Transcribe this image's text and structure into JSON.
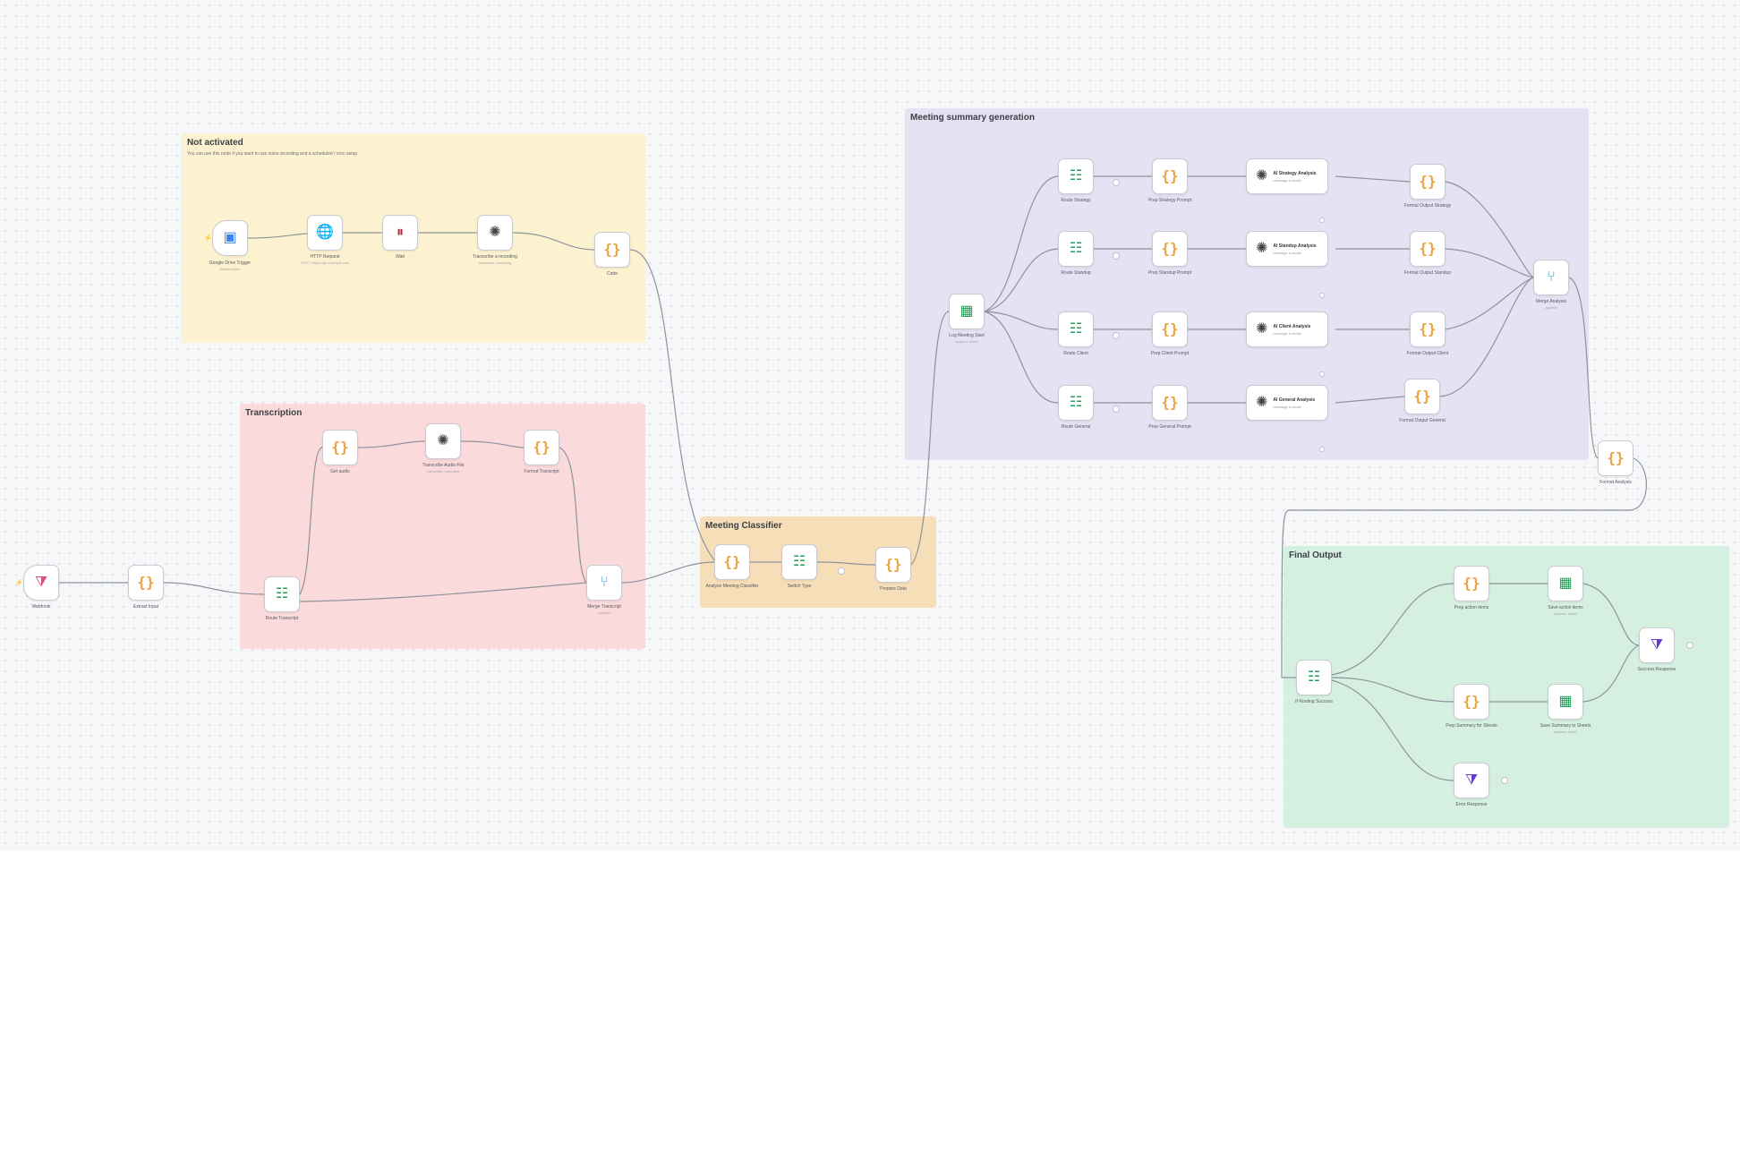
{
  "sticky_notes": [
    {
      "id": "not-activated",
      "title": "Not activated",
      "subtitle": "You can use this node if you want to use voice recording and a scheduled / cron setup",
      "color": "#fdf2cf"
    },
    {
      "id": "transcription",
      "title": "Transcription",
      "subtitle": "",
      "color": "#fbdadb"
    },
    {
      "id": "meeting-classifier",
      "title": "Meeting Classifier",
      "subtitle": "",
      "color": "#f6dfb8"
    },
    {
      "id": "summary-generation",
      "title": "Meeting summary generation",
      "subtitle": "",
      "color": "#e6e2f4"
    },
    {
      "id": "final-output",
      "title": "Final Output",
      "subtitle": "",
      "color": "#d5f0e1"
    }
  ],
  "nodes": [
    {
      "id": "n-gdrive",
      "icon": "google-drive-icon",
      "glyph": "▣",
      "label": "Google Drive Trigger",
      "sub": "Watch folder"
    },
    {
      "id": "n-http",
      "icon": "globe-icon",
      "glyph": "🌐",
      "label": "HTTP Request",
      "sub": "POST: https://api.example.com"
    },
    {
      "id": "n-wait",
      "icon": "pause-icon",
      "glyph": "⏸",
      "label": "Wait",
      "sub": ""
    },
    {
      "id": "n-transcribe-rec",
      "icon": "openai-icon",
      "glyph": "✺",
      "label": "Transcribe a recording",
      "sub": "transcribe: recording"
    },
    {
      "id": "n-cron-code",
      "icon": "code-icon",
      "glyph": "{}",
      "label": "Code",
      "sub": ""
    },
    {
      "id": "n-webhook",
      "icon": "webhook-icon",
      "glyph": "⧩",
      "label": "Webhook",
      "sub": ""
    },
    {
      "id": "n-extract-input",
      "icon": "code-icon",
      "glyph": "{}",
      "label": "Extract Input",
      "sub": ""
    },
    {
      "id": "n-router-transcript",
      "icon": "switch-icon",
      "glyph": "☷",
      "label": "Route Transcript",
      "sub": ""
    },
    {
      "id": "n-get-audio",
      "icon": "code-icon",
      "glyph": "{}",
      "label": "Get audio",
      "sub": ""
    },
    {
      "id": "n-transcribe-audio",
      "icon": "openai-icon",
      "glyph": "✺",
      "label": "Transcribe Audio File",
      "sub": "transcribe: recording"
    },
    {
      "id": "n-format-transcript",
      "icon": "code-icon",
      "glyph": "{}",
      "label": "Format Transcript",
      "sub": ""
    },
    {
      "id": "n-merge-transcript",
      "icon": "merge-icon",
      "glyph": "⑂",
      "label": "Merge Transcript",
      "sub": "append"
    },
    {
      "id": "n-classify-code",
      "icon": "code-icon",
      "glyph": "{}",
      "label": "Analyze Meeting Classifier",
      "sub": ""
    },
    {
      "id": "n-switch-type",
      "icon": "switch-icon",
      "glyph": "☷",
      "label": "Switch Type",
      "sub": ""
    },
    {
      "id": "n-prepare-data",
      "icon": "code-icon",
      "glyph": "{}",
      "label": "Prepare Data",
      "sub": ""
    },
    {
      "id": "n-log-sheet",
      "icon": "google-sheets-icon",
      "glyph": "▦",
      "label": "Log Meeting Start",
      "sub": "append: sheet"
    },
    {
      "id": "n-route-strategy",
      "icon": "switch-icon",
      "glyph": "☷",
      "label": "Route Strategy",
      "sub": ""
    },
    {
      "id": "n-prep-strategy",
      "icon": "code-icon",
      "glyph": "{}",
      "label": "Prep Strategy Prompt",
      "sub": ""
    },
    {
      "id": "n-ai-strategy",
      "icon": "openai-icon",
      "glyph": "✺",
      "label": "AI Strategy Analysis",
      "sub": "message a model"
    },
    {
      "id": "n-fmt-strategy",
      "icon": "code-icon",
      "glyph": "{}",
      "label": "Format Output Strategy",
      "sub": ""
    },
    {
      "id": "n-route-standup",
      "icon": "switch-icon",
      "glyph": "☷",
      "label": "Route Standup",
      "sub": ""
    },
    {
      "id": "n-prep-standup",
      "icon": "code-icon",
      "glyph": "{}",
      "label": "Prep Standup Prompt",
      "sub": ""
    },
    {
      "id": "n-ai-standup",
      "icon": "openai-icon",
      "glyph": "✺",
      "label": "AI Standup Analysis",
      "sub": "message a model"
    },
    {
      "id": "n-fmt-standup",
      "icon": "code-icon",
      "glyph": "{}",
      "label": "Format Output Standup",
      "sub": ""
    },
    {
      "id": "n-route-client",
      "icon": "switch-icon",
      "glyph": "☷",
      "label": "Route Client",
      "sub": ""
    },
    {
      "id": "n-prep-client",
      "icon": "code-icon",
      "glyph": "{}",
      "label": "Prep Client Prompt",
      "sub": ""
    },
    {
      "id": "n-ai-client",
      "icon": "openai-icon",
      "glyph": "✺",
      "label": "AI Client Analysis",
      "sub": "message a model"
    },
    {
      "id": "n-fmt-client",
      "icon": "code-icon",
      "glyph": "{}",
      "label": "Format Output Client",
      "sub": ""
    },
    {
      "id": "n-route-general",
      "icon": "switch-icon",
      "glyph": "☷",
      "label": "Route General",
      "sub": ""
    },
    {
      "id": "n-prep-general",
      "icon": "code-icon",
      "glyph": "{}",
      "label": "Prep General Prompt",
      "sub": ""
    },
    {
      "id": "n-ai-general",
      "icon": "openai-icon",
      "glyph": "✺",
      "label": "AI General Analysis",
      "sub": "message a model"
    },
    {
      "id": "n-fmt-general",
      "icon": "code-icon",
      "glyph": "{}",
      "label": "Format Output General",
      "sub": ""
    },
    {
      "id": "n-merge-analysis",
      "icon": "merge-icon",
      "glyph": "⑂",
      "label": "Merge Analysis",
      "sub": "append"
    },
    {
      "id": "n-final-code",
      "icon": "code-icon",
      "glyph": "{}",
      "label": "Format Analysis",
      "sub": ""
    },
    {
      "id": "n-if-routing",
      "icon": "switch-icon",
      "glyph": "☷",
      "label": "If Routing Success",
      "sub": ""
    },
    {
      "id": "n-prep-action",
      "icon": "code-icon",
      "glyph": "{}",
      "label": "Prep action items",
      "sub": ""
    },
    {
      "id": "n-save-action",
      "icon": "google-sheets-icon",
      "glyph": "▦",
      "label": "Save action items",
      "sub": "append: sheet"
    },
    {
      "id": "n-prep-summary",
      "icon": "code-icon",
      "glyph": "{}",
      "label": "Prep Summary for Sheets",
      "sub": ""
    },
    {
      "id": "n-save-summary",
      "icon": "google-sheets-icon",
      "glyph": "▦",
      "label": "Save Summary to Sheets",
      "sub": "append: sheet"
    },
    {
      "id": "n-respond-success",
      "icon": "respond-icon",
      "glyph": "⧩",
      "label": "Success Response",
      "sub": ""
    },
    {
      "id": "n-error-response",
      "icon": "respond-icon",
      "glyph": "⧩",
      "label": "Error Response",
      "sub": ""
    }
  ]
}
